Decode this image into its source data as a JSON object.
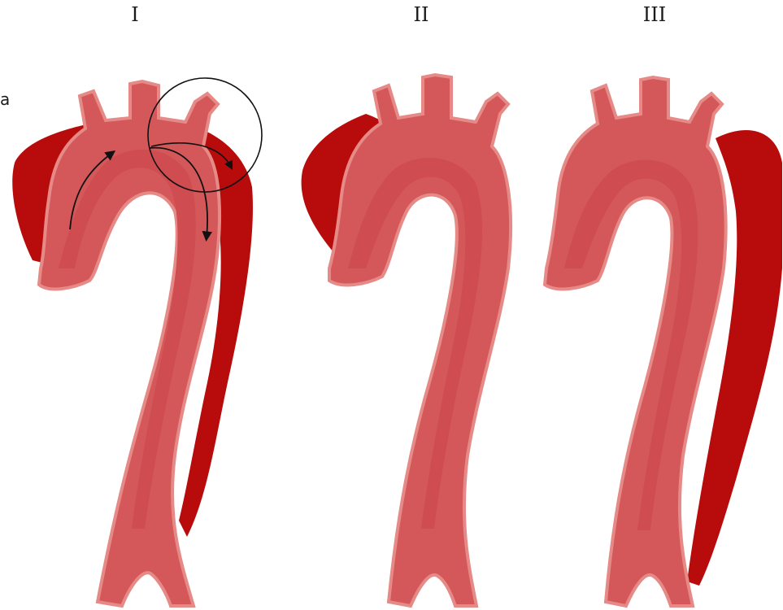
{
  "labels": {
    "panel_1": "I",
    "panel_2": "II",
    "panel_3": "III",
    "side_letter": "a"
  },
  "colors": {
    "dissection_false_lumen": "#b80c0c",
    "vessel_wall": "#d4585a",
    "vessel_inner": "#cf4c50",
    "vessel_outline": "#e58a86",
    "annotation": "#111111"
  }
}
